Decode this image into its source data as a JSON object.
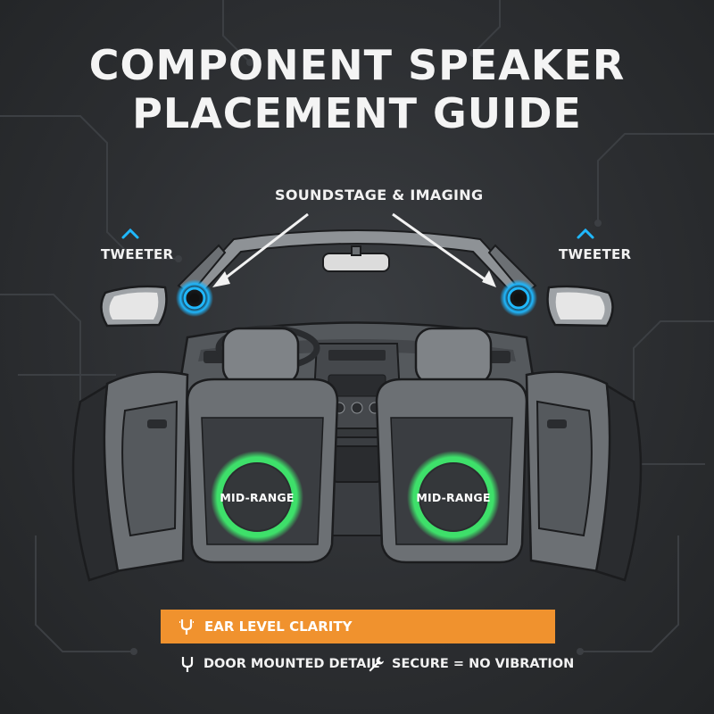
{
  "title": {
    "line1": "COMPONENT SPEAKER",
    "line2": "PLACEMENT GUIDE"
  },
  "callouts": {
    "soundstage": "SOUNDSTAGE & IMAGING",
    "tweeter_left": "TWEETER",
    "tweeter_right": "TWEETER",
    "midrange_left": "MID-RANGE",
    "midrange_right": "MID-RANGE"
  },
  "banner": {
    "text": "EAR LEVEL CLARITY",
    "icon": "tuning-fork-icon",
    "color": "#f0922e"
  },
  "features": [
    {
      "text": "DOOR MOUNTED DETAIL",
      "icon": "tuning-fork-icon"
    },
    {
      "text": "SECURE = NO VIBRATION",
      "icon": "wrench-icon"
    }
  ],
  "colors": {
    "tweeter_glow": "#1fb8ff",
    "midrange_glow": "#3ee06a",
    "accent": "#f0922e",
    "background": "#2e3033"
  }
}
